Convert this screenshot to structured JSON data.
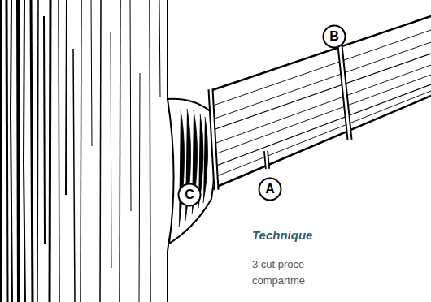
{
  "diagram": {
    "nodes": [
      {
        "text": [
          "B"
        ]
      },
      {
        "text": [
          "A"
        ]
      },
      {
        "text": [
          "C"
        ]
      }
    ],
    "labels": [
      "Technique",
      "3 cut proce",
      "compartme"
    ]
  }
}
